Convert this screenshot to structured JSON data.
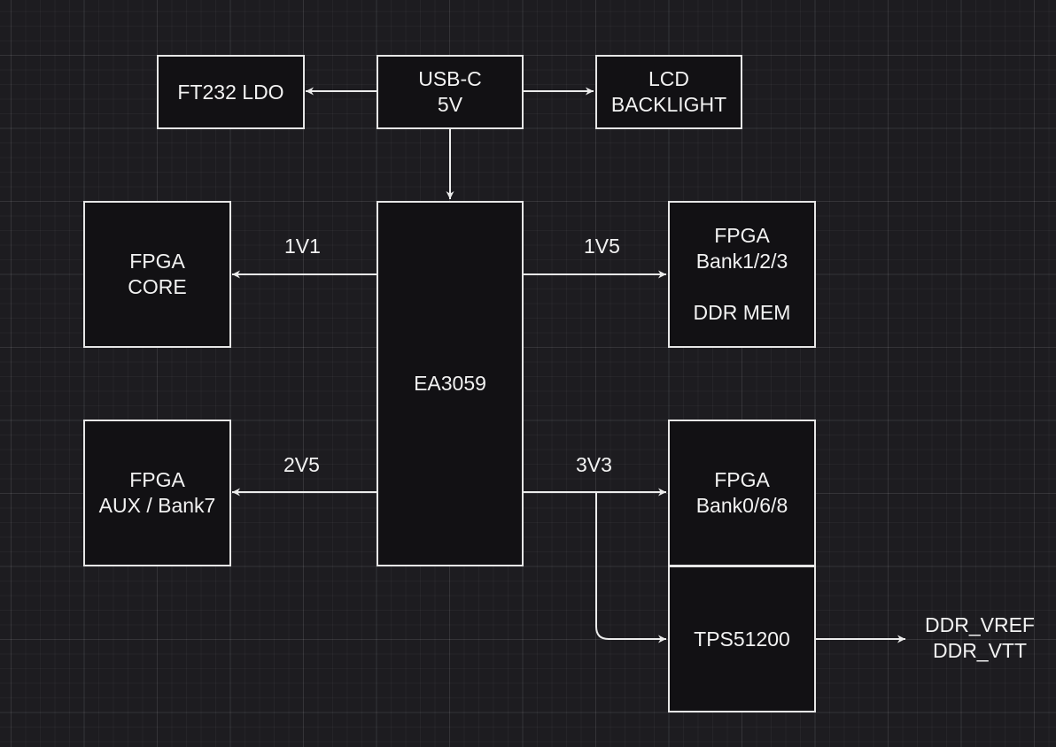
{
  "blocks": {
    "ft232_ldo": {
      "lines": [
        "FT232 LDO"
      ]
    },
    "usb_c": {
      "lines": [
        "USB-C",
        "5V"
      ]
    },
    "lcd_backlight": {
      "lines": [
        "LCD",
        "BACKLIGHT"
      ]
    },
    "fpga_core": {
      "lines": [
        "FPGA",
        "CORE"
      ]
    },
    "ea3059": {
      "lines": [
        "EA3059"
      ]
    },
    "fpga_bank123": {
      "lines": [
        "FPGA",
        "Bank1/2/3",
        "",
        "DDR MEM"
      ]
    },
    "fpga_aux": {
      "lines": [
        "FPGA",
        "AUX / Bank7"
      ]
    },
    "fpga_bank068": {
      "lines": [
        "FPGA",
        "Bank0/6/8"
      ]
    },
    "tps51200": {
      "lines": [
        "TPS51200"
      ]
    }
  },
  "rails": {
    "v1v1": "1V1",
    "v1v5": "1V5",
    "v2v5": "2V5",
    "v3v3": "3V3"
  },
  "outputs": {
    "ddr_vref": "DDR_VREF",
    "ddr_vtt": "DDR_VTT"
  },
  "colors": {
    "background": "#1d1c20",
    "stroke": "#e6e6e6",
    "text": "#f2f2f2"
  }
}
